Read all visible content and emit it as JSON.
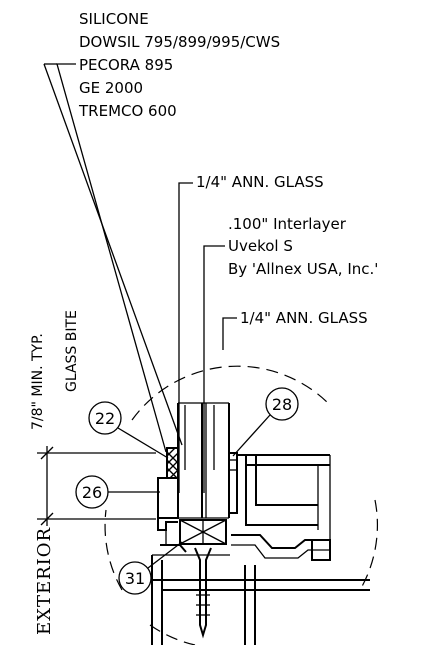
{
  "silicone": {
    "heading": "SILICONE",
    "products": [
      "DOWSIL 795/899/995/CWS",
      "PECORA 895",
      "GE 2000",
      "TREMCO 600"
    ]
  },
  "glass_top_label": "1/4\" ANN. GLASS",
  "interlayer": {
    "line1": ".100\" Interlayer",
    "line2": "Uvekol S",
    "line3": "By 'Allnex USA, Inc.'"
  },
  "glass_bottom_label": "1/4\" ANN. GLASS",
  "dimension": {
    "text": "7/8\" MIN. TYP.",
    "subtext": "GLASS BITE"
  },
  "side_label": "EXTERIOR",
  "tags": {
    "t22": "22",
    "t26": "26",
    "t28": "28",
    "t31": "31"
  }
}
